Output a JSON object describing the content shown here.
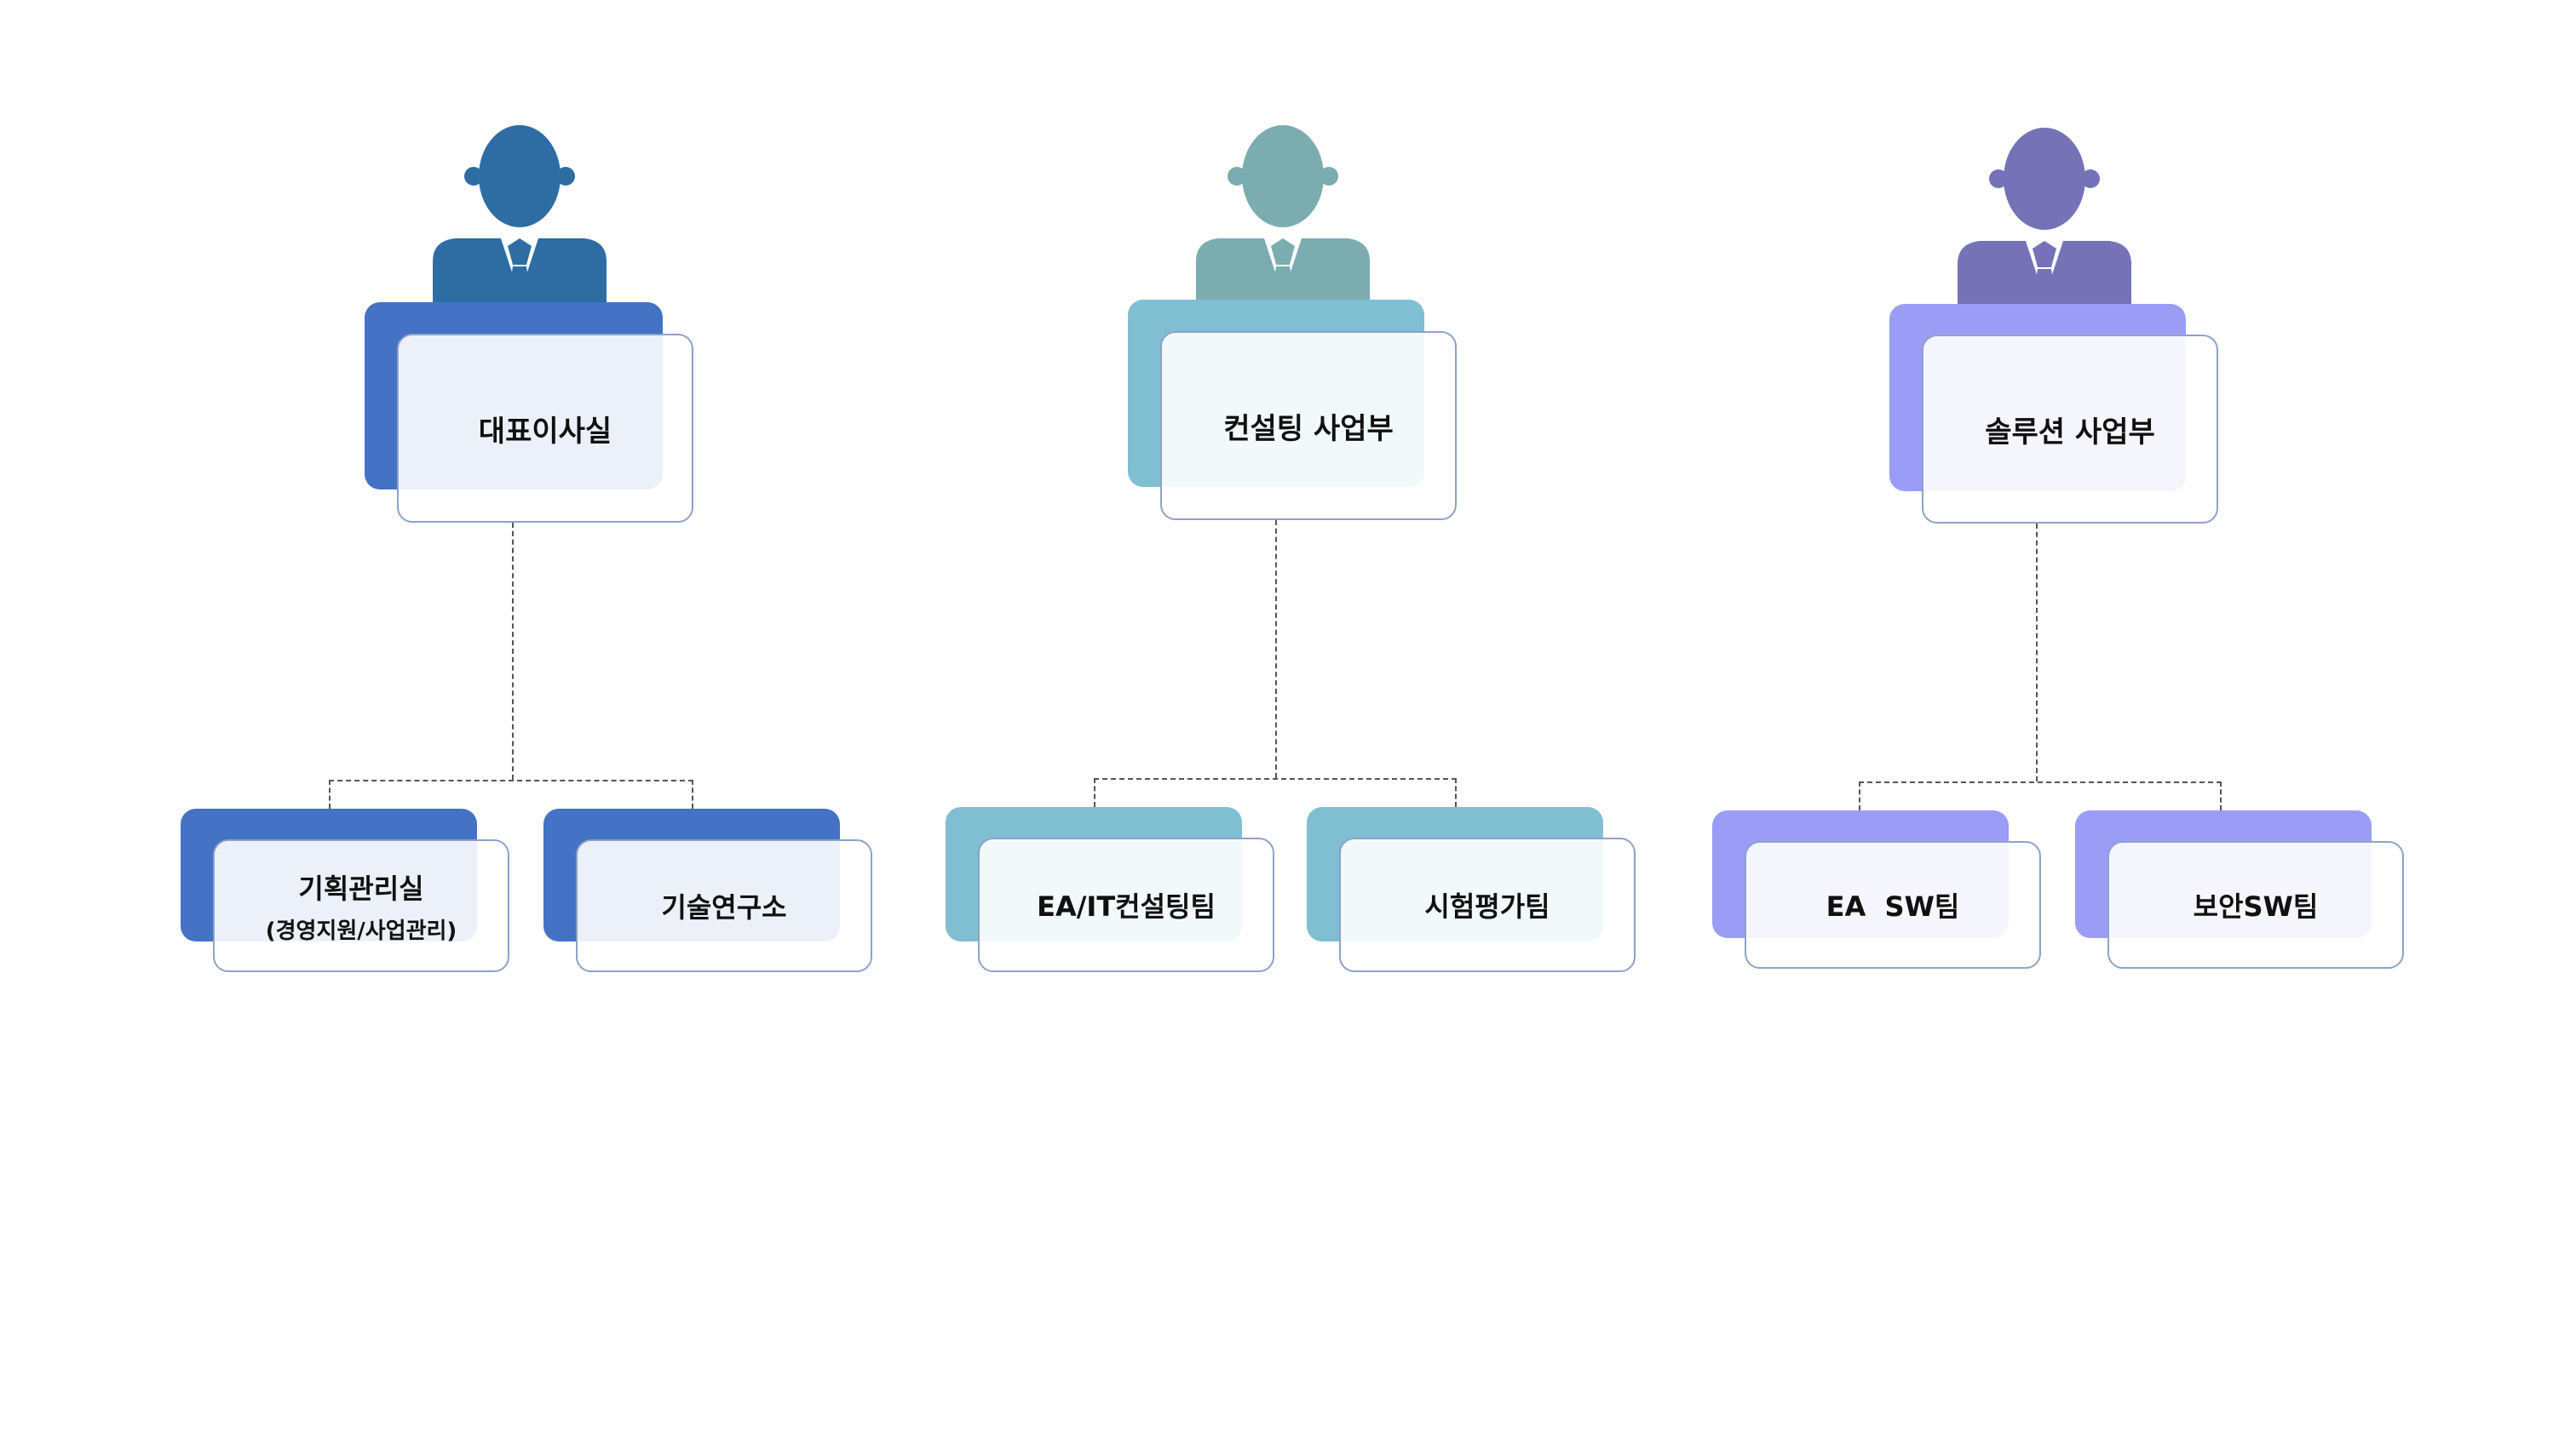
{
  "colors": {
    "blue_icon": "#2e6da4",
    "blue_card": "#4472c4",
    "teal_icon": "#7aacb0",
    "teal_card": "#7fbfd1",
    "purple_icon": "#7672b8",
    "purple_card": "#9b9cf6",
    "connector": "#555555"
  },
  "divisions": [
    {
      "name": "대표이사실",
      "icon": "person-icon",
      "teams": [
        {
          "name": "기획관리실",
          "sub": "(경영지원/사업관리)"
        },
        {
          "name": "기술연구소",
          "sub": ""
        }
      ]
    },
    {
      "name": "컨설팅 사업부",
      "icon": "person-icon",
      "teams": [
        {
          "name": "EA/IT컨설팅팀",
          "sub": ""
        },
        {
          "name": "시험평가팀",
          "sub": ""
        }
      ]
    },
    {
      "name": "솔루션 사업부",
      "icon": "person-icon",
      "teams": [
        {
          "name": "EA  SW팀",
          "sub": ""
        },
        {
          "name": "보안SW팀",
          "sub": ""
        }
      ]
    }
  ]
}
